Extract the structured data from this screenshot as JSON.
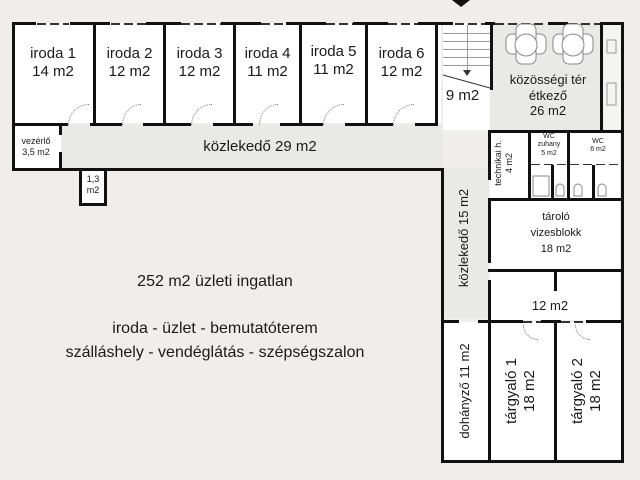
{
  "plan": {
    "rooms": {
      "iroda1": {
        "name": "iroda 1",
        "area": "14 m2"
      },
      "iroda2": {
        "name": "iroda 2",
        "area": "12 m2"
      },
      "iroda3": {
        "name": "iroda 3",
        "area": "12 m2"
      },
      "iroda4": {
        "name": "iroda 4",
        "area": "11 m2"
      },
      "iroda5": {
        "name": "iroda 5",
        "area": "11 m2"
      },
      "iroda6": {
        "name": "iroda 6",
        "area": "12 m2"
      },
      "stairs": {
        "area": "9 m2"
      },
      "kozossegi": {
        "name1": "közösségi tér",
        "name2": "étkező",
        "area": "26 m2"
      },
      "vezerlo": {
        "name": "vezérlő",
        "area": "3,5 m2"
      },
      "small": {
        "area1": "1,3",
        "area2": "m2"
      },
      "kozlekedo1": {
        "label": "közlekedő 29 m2"
      },
      "technikai": {
        "name": "technikai h.",
        "area": "4 m2"
      },
      "wc_zuhany": {
        "name1": "WC",
        "name2": "zuhany",
        "area": "5 m2"
      },
      "wc": {
        "name": "WC",
        "area": "6 m2"
      },
      "kozlekedo2": {
        "label": "közlekedő 15 m2"
      },
      "tarolo": {
        "name1": "tároló",
        "name2": "vizesblokk",
        "area": "18 m2"
      },
      "room12": {
        "area": "12 m2"
      },
      "dohanyzo": {
        "label": "dohányző 11 m2"
      },
      "targyalo1": {
        "name": "tárgyaló 1",
        "area": "18 m2"
      },
      "targyalo2": {
        "name": "tárgyaló 2",
        "area": "18 m2"
      }
    },
    "description": {
      "headline": "252 m2 üzleti ingatlan",
      "line1": "iroda - üzlet - bemutatóterem",
      "line2": "szálláshely - vendéglátás - szépségszalon"
    },
    "colors": {
      "wall": "#111111",
      "floor": "#ffffff",
      "corridor": "#e9e9e7",
      "background": "#efeeec"
    },
    "icons": [
      "entrance-arrow-icon",
      "table-with-chairs-icon",
      "toilet-icon",
      "stair-arrow-icon"
    ]
  }
}
